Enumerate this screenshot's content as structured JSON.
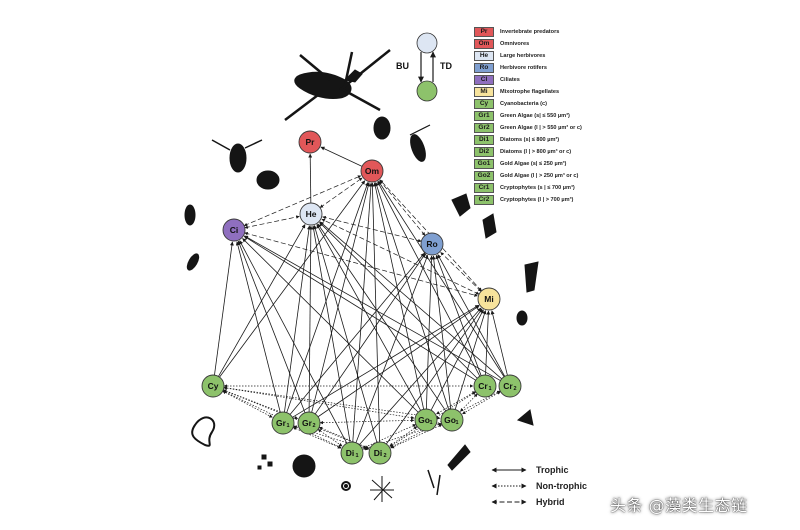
{
  "colors": {
    "predator": "#e15759",
    "omnivore": "#e15759",
    "herbivore": "#dde6f3",
    "rotifer": "#7f9fd0",
    "ciliate": "#8f6fbf",
    "mixotroph": "#f7e39c",
    "phyto": "#8dc26b",
    "edge": "#1a1a1a"
  },
  "legend": [
    {
      "key": "Pr",
      "label": "Invertebrate predators",
      "color": "#e15759"
    },
    {
      "key": "Om",
      "label": "Omnivores",
      "color": "#e15759"
    },
    {
      "key": "He",
      "label": "Large herbivores",
      "color": "#dde6f3"
    },
    {
      "key": "Ro",
      "label": "Herbivore rotifers",
      "color": "#7f9fd0"
    },
    {
      "key": "Cl",
      "label": "Ciliates",
      "color": "#8f6fbf"
    },
    {
      "key": "Mi",
      "label": "Mixotrophe flagellates",
      "color": "#f7e39c"
    },
    {
      "key": "Cy",
      "label": "Cyanobacteria (c)",
      "color": "#8dc26b"
    },
    {
      "key": "Gr1",
      "label": "Green Algae (s| ≤ 550 µm³)",
      "color": "#8dc26b"
    },
    {
      "key": "Gr2",
      "label": "Green Algae (l | > 550 µm³ or c)",
      "color": "#8dc26b"
    },
    {
      "key": "Di1",
      "label": "Diatoms (s| ≤ 800 µm³)",
      "color": "#8dc26b"
    },
    {
      "key": "Di2",
      "label": "Diatoms (l | > 800 µm³ or c)",
      "color": "#8dc26b"
    },
    {
      "key": "Go1",
      "label": "Gold Algae (s| ≤ 250 µm³)",
      "color": "#8dc26b"
    },
    {
      "key": "Go2",
      "label": "Gold Algae (l | > 250 µm³ or c)",
      "color": "#8dc26b"
    },
    {
      "key": "Cr1",
      "label": "Cryptophytes (s | ≤ 700 µm³)",
      "color": "#8dc26b"
    },
    {
      "key": "Cr2",
      "label": "Cryptophytes (l | > 700 µm³)",
      "color": "#8dc26b"
    }
  ],
  "axis_labels": {
    "bottom_up": "BU",
    "top_down": "TD"
  },
  "nodes": [
    {
      "id": "Pr",
      "label": "Pr",
      "sub": "",
      "group": "predator"
    },
    {
      "id": "Om",
      "label": "Om",
      "sub": "",
      "group": "omnivore"
    },
    {
      "id": "He",
      "label": "He",
      "sub": "",
      "group": "herbivore"
    },
    {
      "id": "Ci",
      "label": "Ci",
      "sub": "",
      "group": "ciliate"
    },
    {
      "id": "Ro",
      "label": "Ro",
      "sub": "",
      "group": "rotifer"
    },
    {
      "id": "Mi",
      "label": "Mi",
      "sub": "",
      "group": "mixotroph"
    },
    {
      "id": "Cy",
      "label": "Cy",
      "sub": "",
      "group": "phyto"
    },
    {
      "id": "Cr1",
      "label": "Cr",
      "sub": "1",
      "group": "phyto"
    },
    {
      "id": "Cr2",
      "label": "Cr",
      "sub": "2",
      "group": "phyto"
    },
    {
      "id": "Gr1",
      "label": "Gr",
      "sub": "1",
      "group": "phyto"
    },
    {
      "id": "Gr2",
      "label": "Gr",
      "sub": "2",
      "group": "phyto"
    },
    {
      "id": "Go1",
      "label": "Go",
      "sub": "1",
      "group": "phyto"
    },
    {
      "id": "Go2",
      "label": "Go",
      "sub": "1",
      "group": "phyto"
    },
    {
      "id": "Di1",
      "label": "Di",
      "sub": "1",
      "group": "phyto"
    },
    {
      "id": "Di2",
      "label": "Di",
      "sub": "2",
      "group": "phyto"
    }
  ],
  "edge_types": [
    {
      "type": "trophic",
      "label": "Trophic"
    },
    {
      "type": "nontrophic",
      "label": "Non-trophic"
    },
    {
      "type": "hybrid",
      "label": "Hybrid"
    }
  ],
  "edges": [
    {
      "from": "Om",
      "to": "Pr",
      "type": "trophic"
    },
    {
      "from": "He",
      "to": "Pr",
      "type": "trophic"
    },
    {
      "from": "He",
      "to": "Om",
      "type": "hybrid"
    },
    {
      "from": "Ci",
      "to": "Om",
      "type": "hybrid"
    },
    {
      "from": "Ci",
      "to": "He",
      "type": "hybrid"
    },
    {
      "from": "Ro",
      "to": "Om",
      "type": "hybrid"
    },
    {
      "from": "Ro",
      "to": "He",
      "type": "hybrid"
    },
    {
      "from": "Mi",
      "to": "Om",
      "type": "hybrid"
    },
    {
      "from": "Mi",
      "to": "He",
      "type": "hybrid"
    },
    {
      "from": "Mi",
      "to": "Ro",
      "type": "hybrid"
    },
    {
      "from": "Ci",
      "to": "Mi",
      "type": "hybrid"
    },
    {
      "from": "Cy",
      "to": "Ci",
      "type": "trophic"
    },
    {
      "from": "Gr1",
      "to": "Ci",
      "type": "trophic"
    },
    {
      "from": "Gr2",
      "to": "Ci",
      "type": "trophic"
    },
    {
      "from": "Di1",
      "to": "Ci",
      "type": "trophic"
    },
    {
      "from": "Go1",
      "to": "Ci",
      "type": "trophic"
    },
    {
      "from": "Cr1",
      "to": "Ci",
      "type": "trophic"
    },
    {
      "from": "Cr2",
      "to": "Ci",
      "type": "trophic"
    },
    {
      "from": "Cy",
      "to": "He",
      "type": "trophic"
    },
    {
      "from": "Gr1",
      "to": "He",
      "type": "trophic"
    },
    {
      "from": "Gr2",
      "to": "He",
      "type": "trophic"
    },
    {
      "from": "Di1",
      "to": "He",
      "type": "trophic"
    },
    {
      "from": "Di2",
      "to": "He",
      "type": "trophic"
    },
    {
      "from": "Go1",
      "to": "He",
      "type": "trophic"
    },
    {
      "from": "Go2",
      "to": "He",
      "type": "trophic"
    },
    {
      "from": "Cr1",
      "to": "He",
      "type": "trophic"
    },
    {
      "from": "Cr2",
      "to": "He",
      "type": "trophic"
    },
    {
      "from": "Cy",
      "to": "Om",
      "type": "trophic"
    },
    {
      "from": "Gr1",
      "to": "Om",
      "type": "trophic"
    },
    {
      "from": "Gr2",
      "to": "Om",
      "type": "trophic"
    },
    {
      "from": "Di1",
      "to": "Om",
      "type": "trophic"
    },
    {
      "from": "Di2",
      "to": "Om",
      "type": "trophic"
    },
    {
      "from": "Go1",
      "to": "Om",
      "type": "trophic"
    },
    {
      "from": "Go2",
      "to": "Om",
      "type": "trophic"
    },
    {
      "from": "Cr1",
      "to": "Om",
      "type": "trophic"
    },
    {
      "from": "Cr2",
      "to": "Om",
      "type": "trophic"
    },
    {
      "from": "Gr1",
      "to": "Ro",
      "type": "trophic"
    },
    {
      "from": "Gr2",
      "to": "Ro",
      "type": "trophic"
    },
    {
      "from": "Di1",
      "to": "Ro",
      "type": "trophic"
    },
    {
      "from": "Go1",
      "to": "Ro",
      "type": "trophic"
    },
    {
      "from": "Go2",
      "to": "Ro",
      "type": "trophic"
    },
    {
      "from": "Cr1",
      "to": "Ro",
      "type": "trophic"
    },
    {
      "from": "Cr2",
      "to": "Ro",
      "type": "trophic"
    },
    {
      "from": "Gr1",
      "to": "Mi",
      "type": "trophic"
    },
    {
      "from": "Gr2",
      "to": "Mi",
      "type": "trophic"
    },
    {
      "from": "Go1",
      "to": "Mi",
      "type": "trophic"
    },
    {
      "from": "Go2",
      "to": "Mi",
      "type": "trophic"
    },
    {
      "from": "Cr1",
      "to": "Mi",
      "type": "trophic"
    },
    {
      "from": "Cr2",
      "to": "Mi",
      "type": "trophic"
    },
    {
      "from": "Di1",
      "to": "Mi",
      "type": "trophic"
    },
    {
      "from": "Di2",
      "to": "Mi",
      "type": "trophic"
    },
    {
      "from": "Cy",
      "to": "Gr1",
      "type": "nontrophic"
    },
    {
      "from": "Cy",
      "to": "Gr2",
      "type": "nontrophic"
    },
    {
      "from": "Cy",
      "to": "Di1",
      "type": "nontrophic"
    },
    {
      "from": "Cy",
      "to": "Di2",
      "type": "nontrophic"
    },
    {
      "from": "Cy",
      "to": "Go1",
      "type": "nontrophic"
    },
    {
      "from": "Cy",
      "to": "Go2",
      "type": "nontrophic"
    },
    {
      "from": "Gr1",
      "to": "Di1",
      "type": "nontrophic"
    },
    {
      "from": "Gr1",
      "to": "Di2",
      "type": "nontrophic"
    },
    {
      "from": "Gr2",
      "to": "Di1",
      "type": "nontrophic"
    },
    {
      "from": "Gr2",
      "to": "Di2",
      "type": "nontrophic"
    },
    {
      "from": "Go1",
      "to": "Di1",
      "type": "nontrophic"
    },
    {
      "from": "Go1",
      "to": "Di2",
      "type": "nontrophic"
    },
    {
      "from": "Go2",
      "to": "Di2",
      "type": "nontrophic"
    },
    {
      "from": "Go2",
      "to": "Di1",
      "type": "nontrophic"
    },
    {
      "from": "Cr1",
      "to": "Go1",
      "type": "nontrophic"
    },
    {
      "from": "Cr1",
      "to": "Go2",
      "type": "nontrophic"
    },
    {
      "from": "Cr2",
      "to": "Go2",
      "type": "nontrophic"
    },
    {
      "from": "Cr1",
      "to": "Di2",
      "type": "nontrophic"
    },
    {
      "from": "Cr2",
      "to": "Di2",
      "type": "nontrophic"
    },
    {
      "from": "Gr2",
      "to": "Go1",
      "type": "nontrophic"
    },
    {
      "from": "Cy",
      "to": "Cr1",
      "type": "nontrophic"
    }
  ],
  "watermark": "头条 @藻类生态链"
}
